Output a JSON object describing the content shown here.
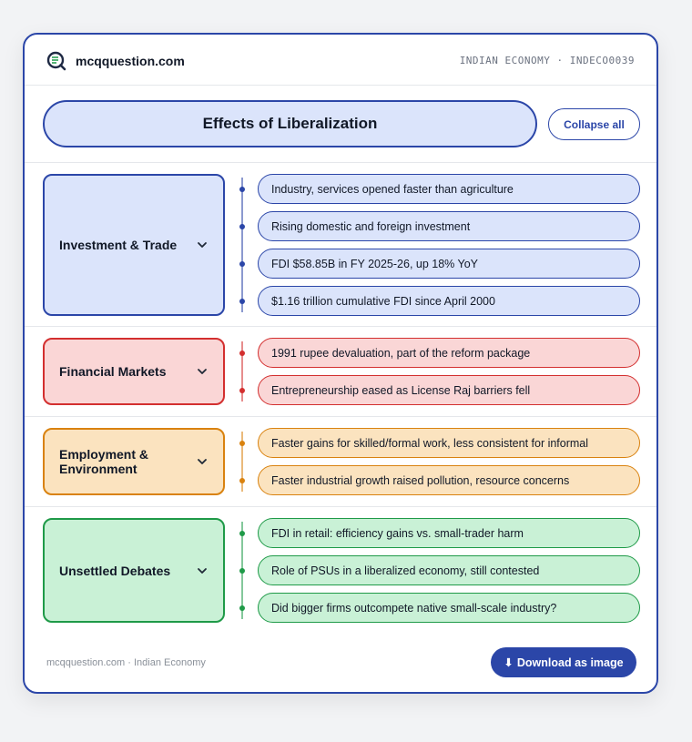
{
  "header": {
    "brand": "mcqquestion.com",
    "meta": "INDIAN ECONOMY · INDECO0039"
  },
  "title": "Effects of Liberalization",
  "collapse_label": "Collapse all",
  "sections": [
    {
      "label": "Investment & Trade",
      "color": "#2b46a8",
      "fill": "#dbe4fb",
      "items": [
        "Industry, services opened faster than agriculture",
        "Rising domestic and foreign investment",
        "FDI $58.85B in FY 2025-26, up 18% YoY",
        "$1.16 trillion cumulative FDI since April 2000"
      ]
    },
    {
      "label": "Financial Markets",
      "color": "#d32f2f",
      "fill": "#fad6d6",
      "items": [
        "1991 rupee devaluation, part of the reform package",
        "Entrepreneurship eased as License Raj barriers fell"
      ]
    },
    {
      "label": "Employment & Environment",
      "color": "#d9820f",
      "fill": "#fbe3bf",
      "items": [
        "Faster gains for skilled/formal work, less consistent for informal",
        "Faster industrial growth raised pollution, resource concerns"
      ]
    },
    {
      "label": "Unsettled Debates",
      "color": "#1f9a48",
      "fill": "#c9f1d6",
      "items": [
        "FDI in retail: efficiency gains vs. small-trader harm",
        "Role of PSUs in a liberalized economy, still contested",
        "Did bigger firms outcompete native small-scale industry?"
      ]
    }
  ],
  "footer": {
    "text": "mcqquestion.com · Indian Economy",
    "download_label": "Download as image"
  }
}
